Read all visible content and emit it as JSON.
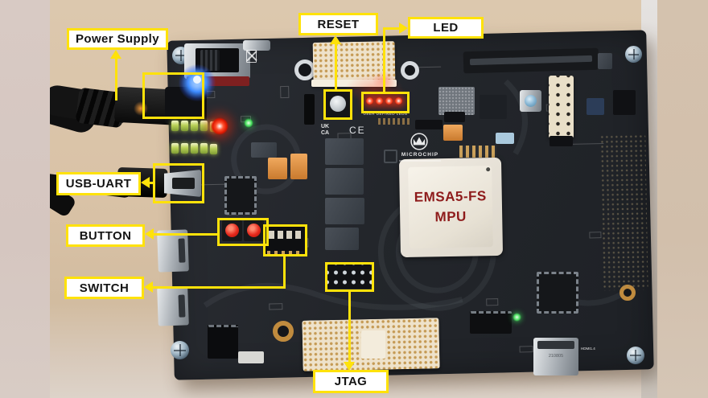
{
  "annotations": {
    "style": {
      "accent": "#FFE20A",
      "box_bg": "#FFFFFF",
      "text_color": "#141414"
    },
    "labels": [
      {
        "id": "power-supply",
        "text": "Power Supply"
      },
      {
        "id": "reset",
        "text": "RESET"
      },
      {
        "id": "led",
        "text": "LED"
      },
      {
        "id": "usb-uart",
        "text": "USB-UART"
      },
      {
        "id": "button",
        "text": "BUTTON"
      },
      {
        "id": "switch",
        "text": "SWITCH"
      },
      {
        "id": "jtag",
        "text": "JTAG"
      }
    ]
  },
  "board": {
    "pcb_color": "#23262B",
    "mpu": {
      "line1": "EMSA5-FS",
      "line2": "MPU",
      "text_color": "#8E1B1B"
    },
    "silkscreen": {
      "vendor_logo": "MICROCHIP",
      "leds_caption": "USER DEFINED LEDS",
      "ukca_top": "UK",
      "ukca_bottom": "CA",
      "ce_mark": "CE",
      "hdmi_spec": "HDMI1.4",
      "hdmi_serial": "210805"
    }
  }
}
